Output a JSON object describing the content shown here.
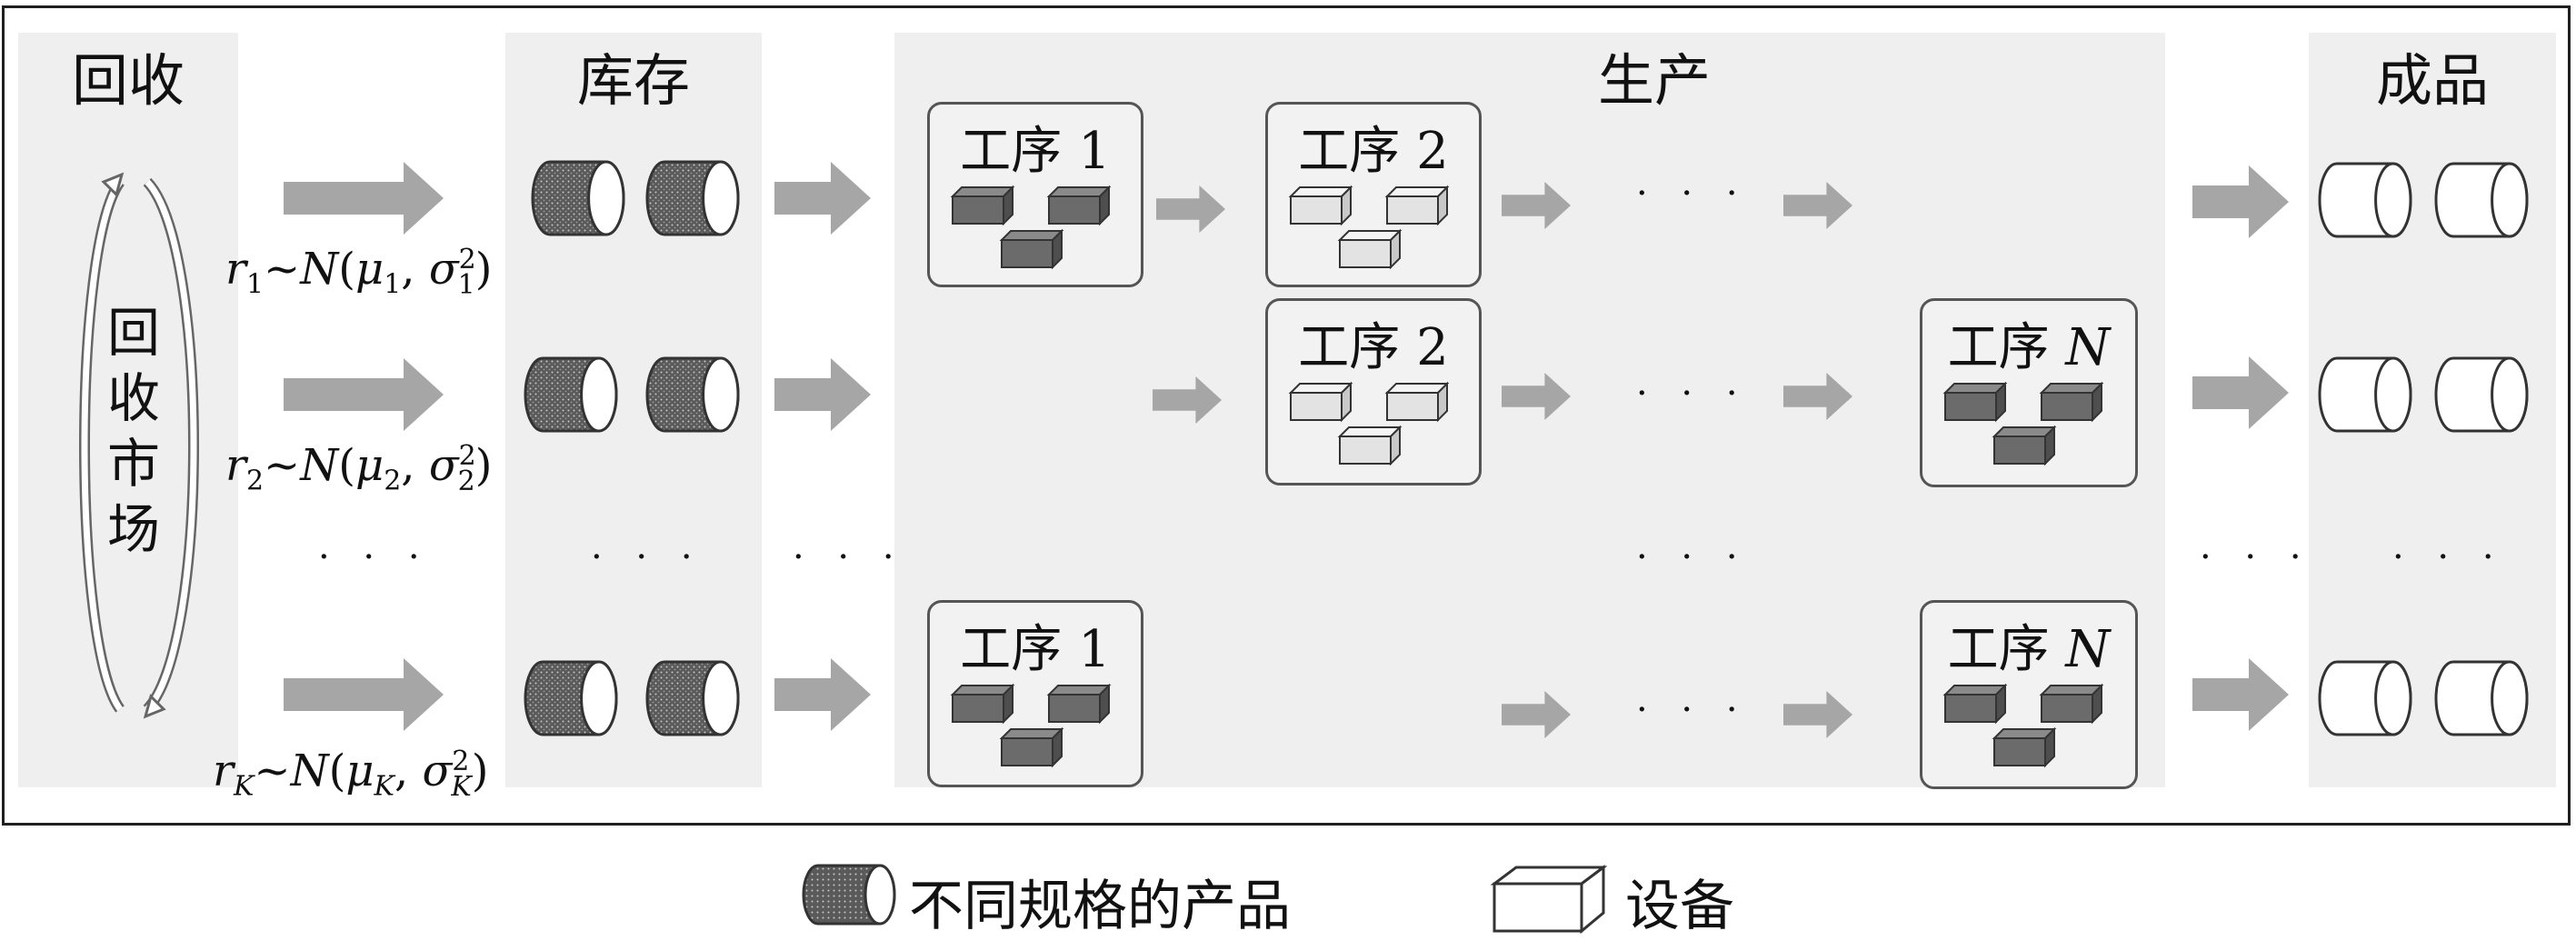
{
  "columns": {
    "recycle": "回收",
    "inventory": "库存",
    "production": "生产",
    "finished": "成品"
  },
  "market": {
    "chars": [
      "回",
      "收",
      "市",
      "场"
    ]
  },
  "processes": {
    "p1": "工序 1",
    "p2": "工序 2",
    "pN_prefix": "工序 ",
    "pN_var": "N"
  },
  "formulas": [
    {
      "r": "r",
      "sub": "1",
      "mu": "μ",
      "musub": "1",
      "sig": "σ",
      "sigsub": "1",
      "sup": "2"
    },
    {
      "r": "r",
      "sub": "2",
      "mu": "μ",
      "musub": "2",
      "sig": "σ",
      "sigsub": "2",
      "sup": "2"
    },
    {
      "r": "r",
      "sub": "K",
      "mu": "μ",
      "musub": "K",
      "sig": "σ",
      "sigsub": "K",
      "sup": "2"
    }
  ],
  "ellipsis": "· · ·",
  "legend": {
    "products": "不同规格的产品",
    "equipment": "设备"
  },
  "colors": {
    "panel": "#efefef",
    "arrow": "#a6a6a6",
    "device_dark": "#6b6b6b",
    "device_light": "#e3e3e3",
    "frame": "#1f1f1f"
  }
}
